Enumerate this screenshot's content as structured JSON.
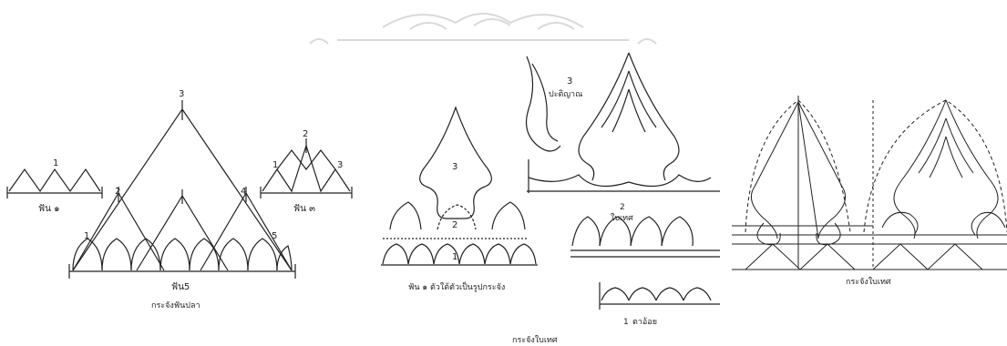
{
  "watermark": {
    "description_icon": "ornament-watermark-icon"
  },
  "panel1": {
    "label_fan1": "ฟัน ๑",
    "label_fan3": "ฟัน ๓",
    "label_fan5": "ฟัน5",
    "caption": "กระจังฟันปลา",
    "num_1": "1",
    "num_2": "2",
    "num_3": "3",
    "num_4": "4",
    "num_5": "5"
  },
  "panel2": {
    "label_big": "3",
    "label_mid": "2",
    "label_small": "1",
    "caption_left": "ฟัน ๑ ตัวใต้ตัวเป็นรูปกระจัง",
    "label_patikarn_num": "3",
    "label_patikarn": "ปะติญาณ",
    "label_baitet_num": "2",
    "label_baitet": "ใบเทศ",
    "label_tayoi": "ตาอ้อย",
    "label_tayoi_num": "1",
    "caption_bottom": "กระจังใบเทศ"
  },
  "panel3": {
    "caption": "กระจังใบเทศ"
  },
  "colors": {
    "ink": "#222222",
    "watermark": "#d9d9d9"
  }
}
